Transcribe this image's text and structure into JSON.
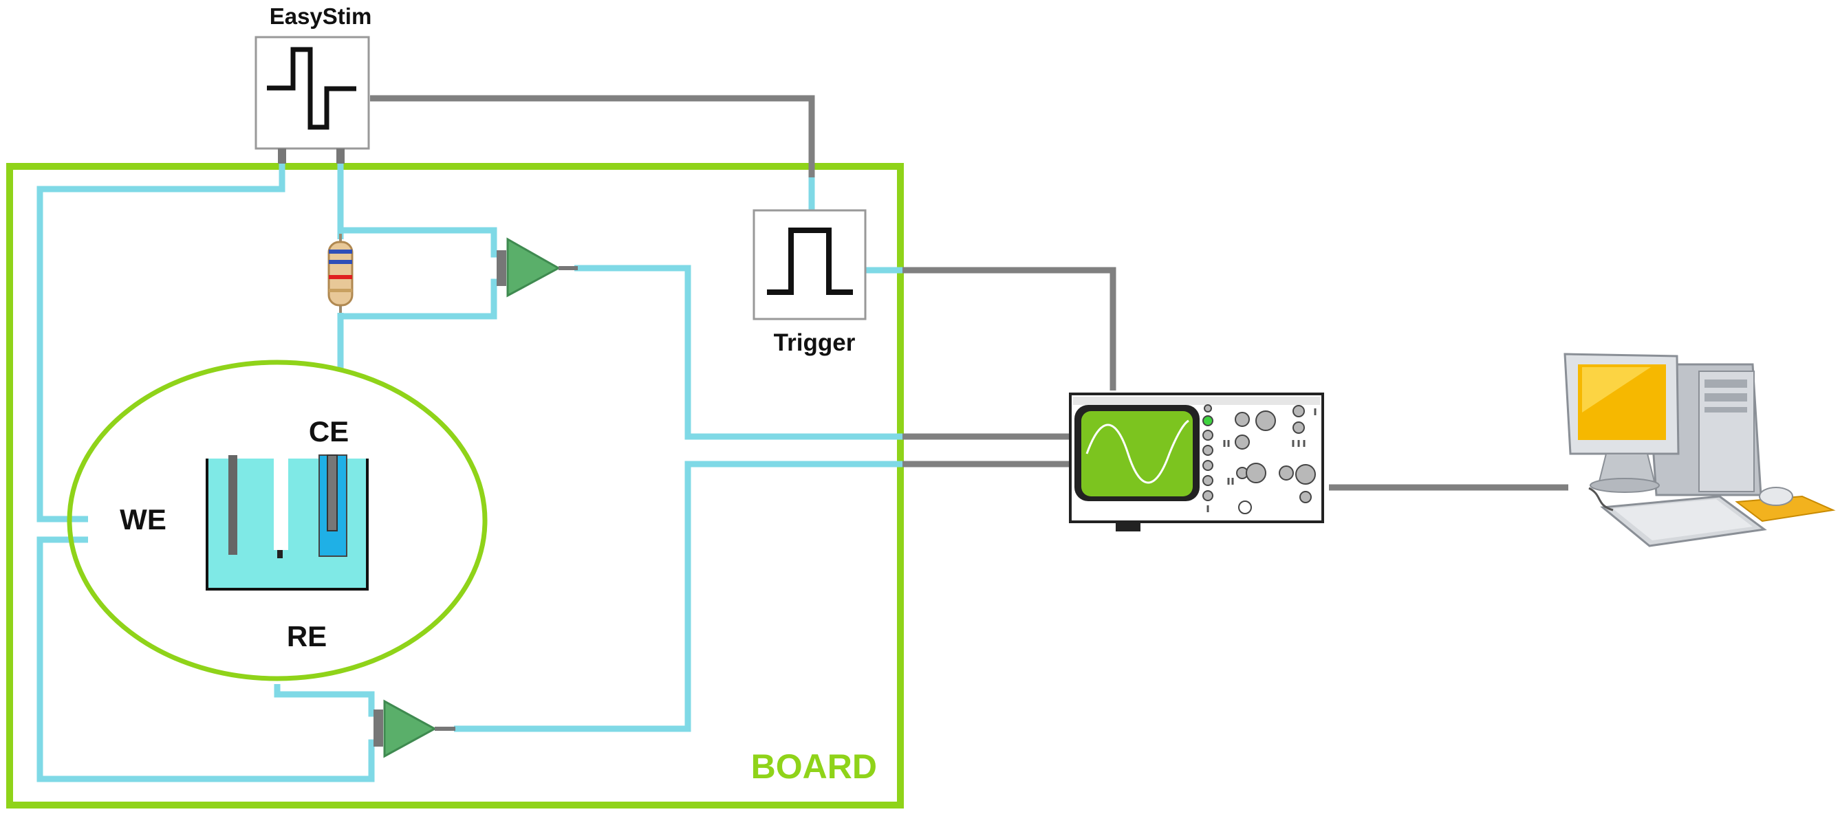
{
  "labels": {
    "easystim": "EasyStim",
    "trigger": "Trigger",
    "board": "BOARD",
    "ce": "CE",
    "we": "WE",
    "re": "RE"
  },
  "colors": {
    "board_green": "#8fd319",
    "wire_blue": "#7fd9e6",
    "wire_gray": "#808080",
    "amplifier_green": "#5aaf6a",
    "scope_screen": "#7cc41f",
    "monitor_screen": "#f6b800",
    "cell_liquid": "#7fe9e6"
  },
  "icons": {
    "stimulator": "biphasic-pulse-icon",
    "trigger": "square-pulse-icon",
    "resistor": "resistor-icon",
    "amplifier": "op-amp-triangle-icon",
    "oscilloscope": "oscilloscope-icon",
    "computer": "desktop-computer-icon"
  }
}
